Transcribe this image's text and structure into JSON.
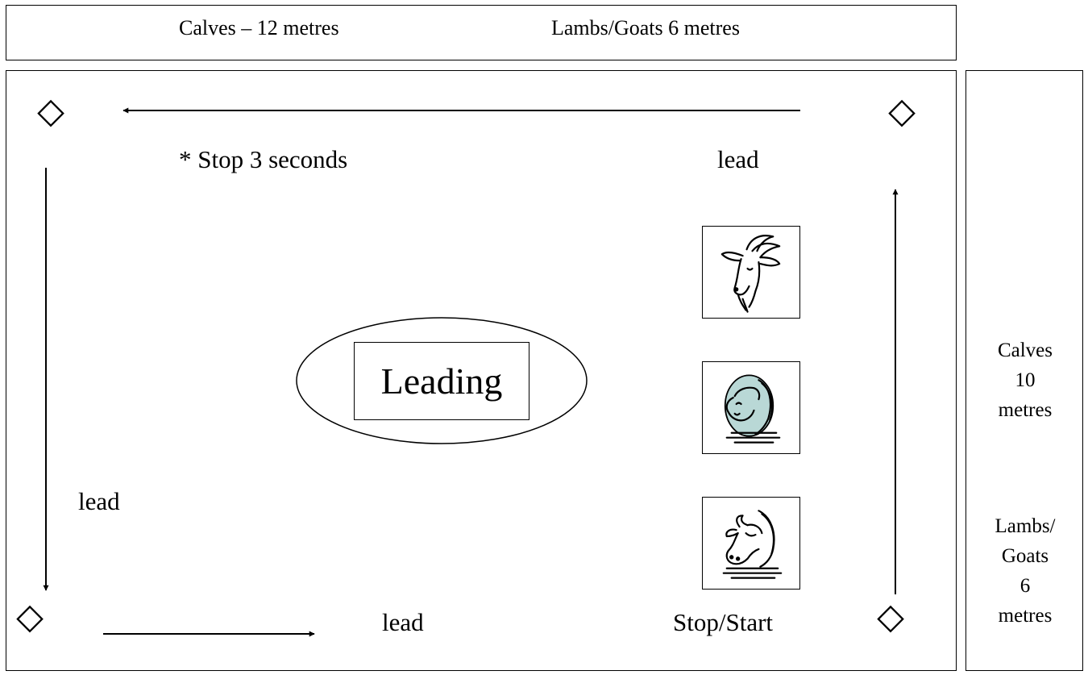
{
  "top": {
    "calves": "Calves – 12 metres",
    "lambs_goats": "Lambs/Goats 6 metres"
  },
  "side": {
    "calves_lines": [
      "Calves",
      "10",
      "metres"
    ],
    "lambs_lines": [
      "Lambs/",
      "Goats",
      "6",
      "metres"
    ]
  },
  "course": {
    "stop_note": "* Stop 3 seconds",
    "lead_top_right": "lead",
    "lead_left": "lead",
    "lead_bottom": "lead",
    "stop_start": "Stop/Start",
    "center_label": "Leading"
  },
  "markers": {
    "corner_symbol": "◇"
  },
  "icons": [
    "goat-head-icon",
    "sheep-head-icon",
    "cow-head-icon"
  ]
}
